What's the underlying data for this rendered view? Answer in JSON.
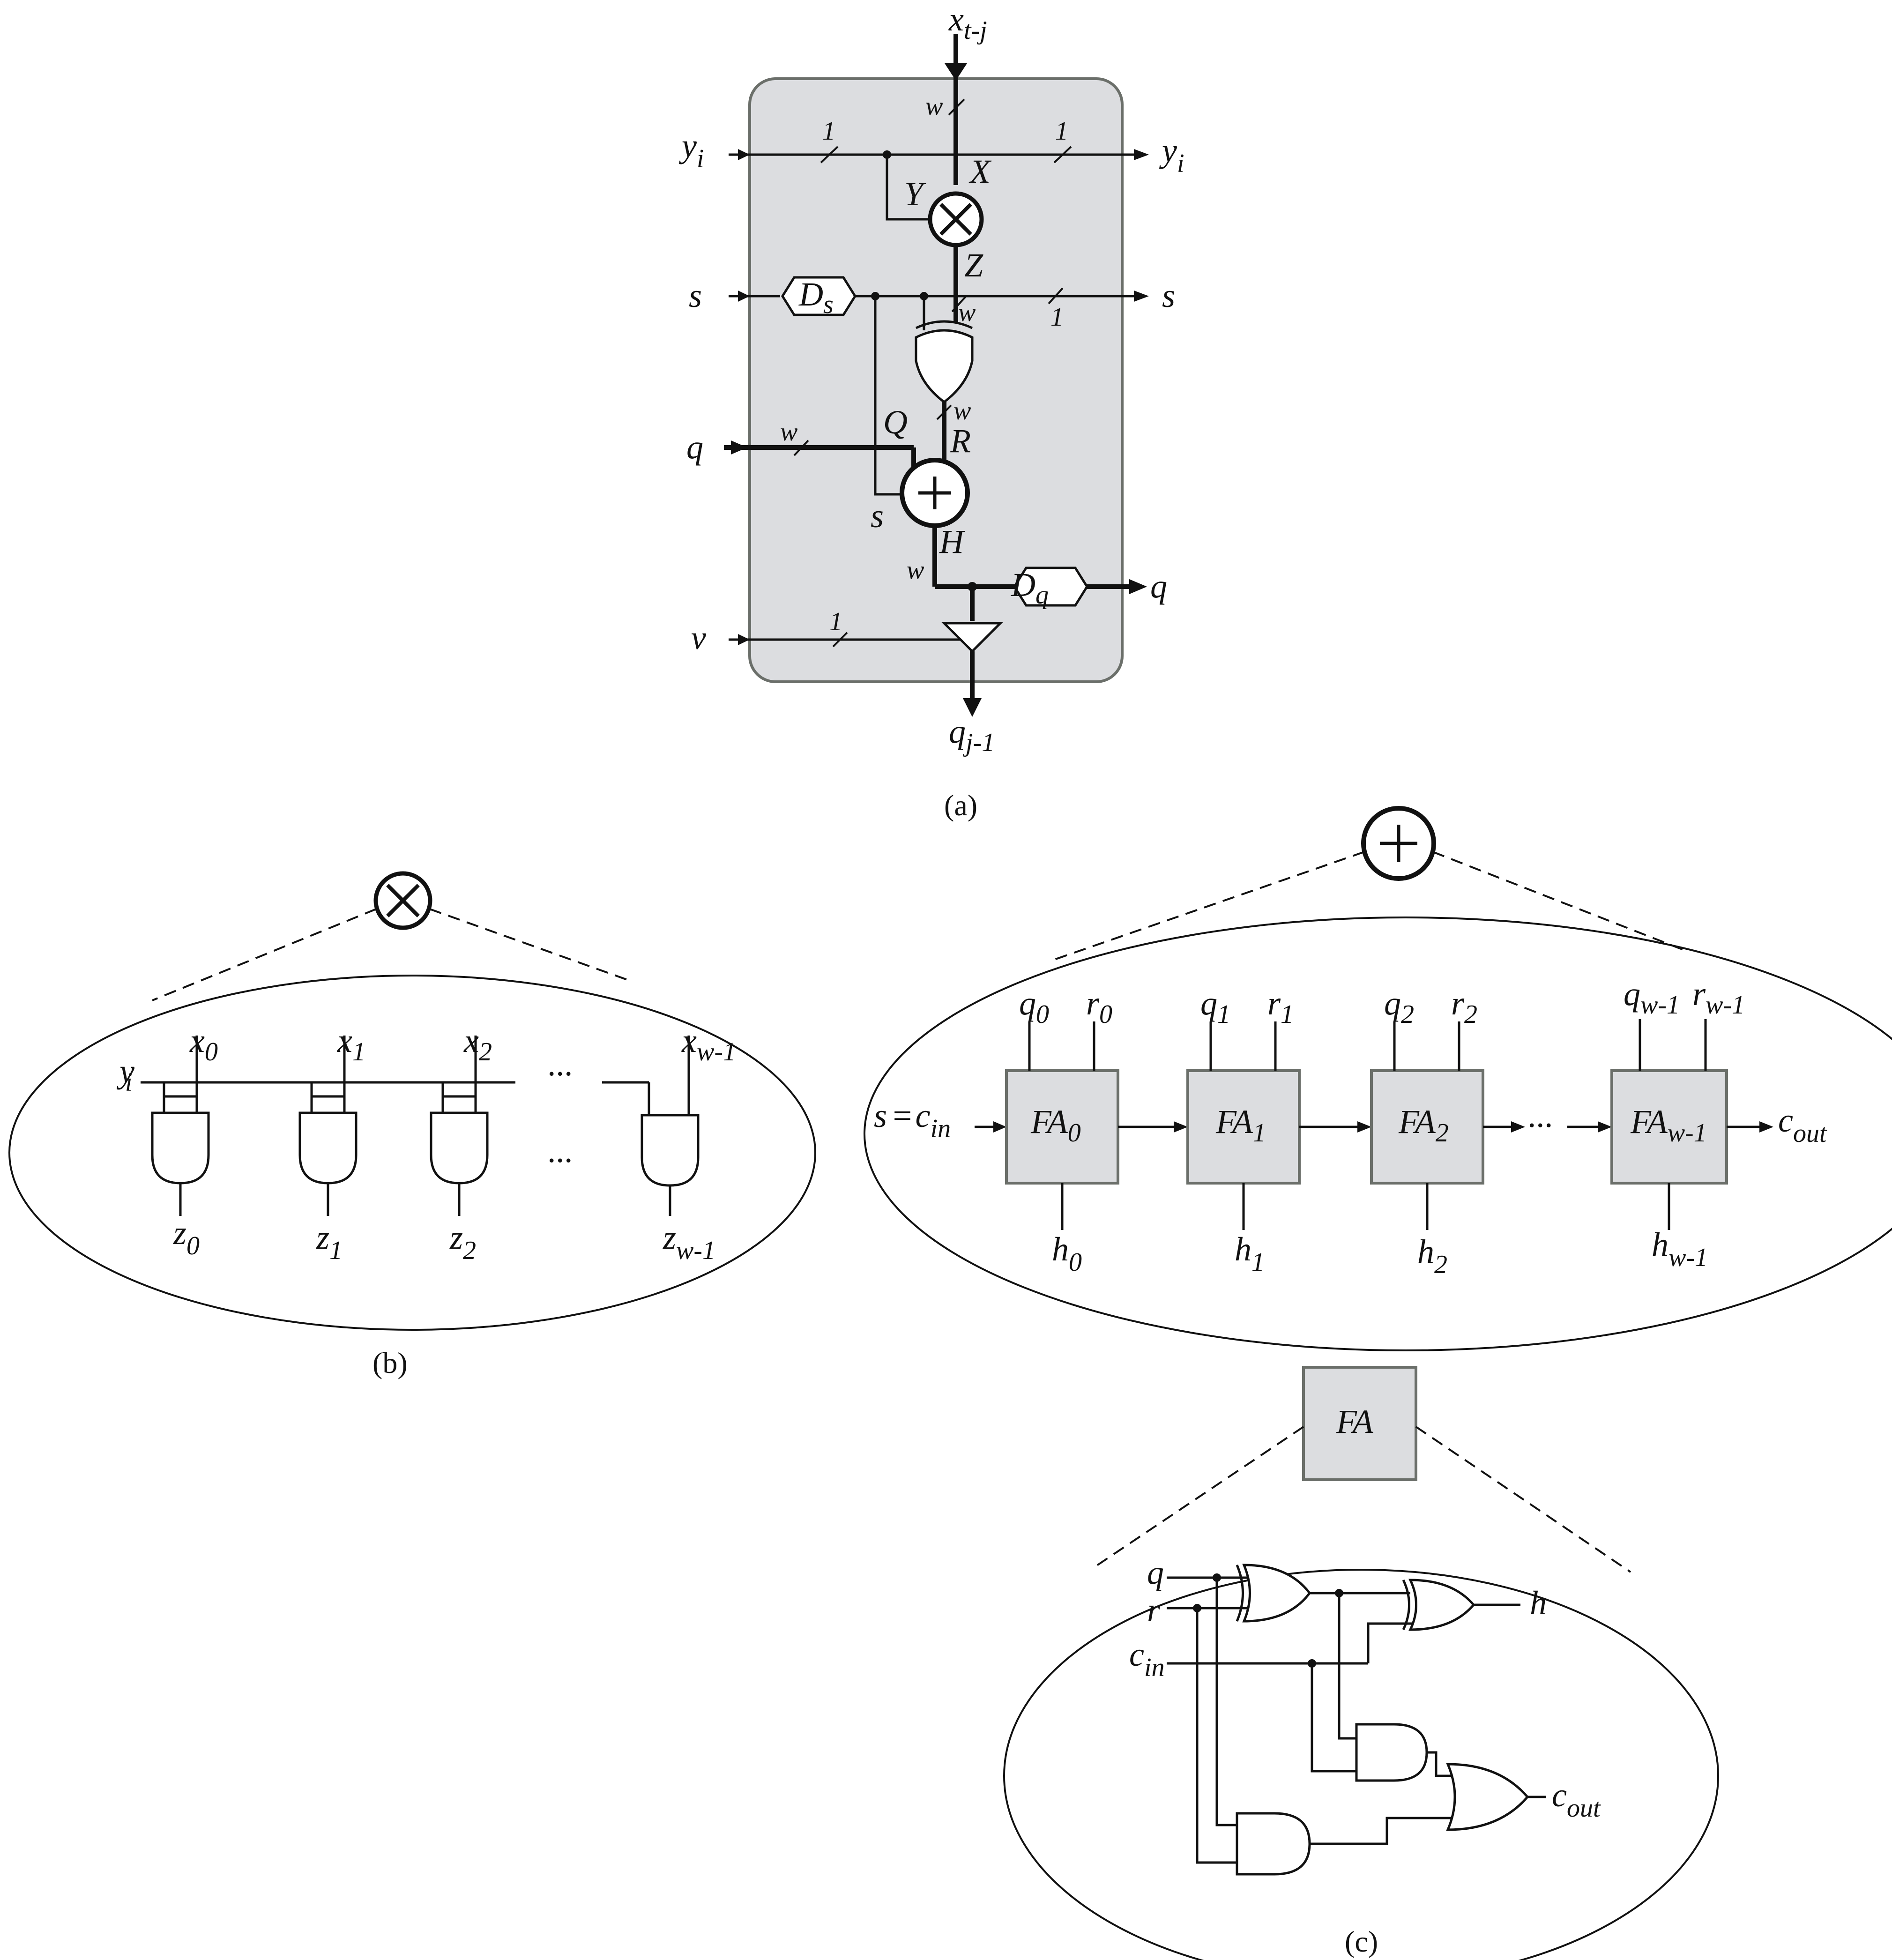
{
  "panel_a": {
    "caption": "(a)",
    "x_in": "x",
    "x_in_sub": "t-j",
    "y_in": "y",
    "y_in_sub": "i",
    "y_out": "y",
    "y_out_sub": "i",
    "s_in": "s",
    "s_out": "s",
    "q_in": "q",
    "q_out": "q",
    "v_in": "v",
    "q_bottom": "q",
    "q_bottom_sub": "j-1",
    "width_w": "w",
    "width_1": "1",
    "ds": "D",
    "ds_sub": "s",
    "dq": "D",
    "dq_sub": "q",
    "node_x": "X",
    "node_y": "Y",
    "node_z": "Z",
    "node_q": "Q",
    "node_r": "R",
    "node_s": "s",
    "node_h": "H"
  },
  "panel_b": {
    "caption": "(b)",
    "y_label": "y",
    "y_sub": "i",
    "ellipsis": "...",
    "gates": [
      {
        "x": "x",
        "x_sub": "0",
        "z": "z",
        "z_sub": "0"
      },
      {
        "x": "x",
        "x_sub": "1",
        "z": "z",
        "z_sub": "1"
      },
      {
        "x": "x",
        "x_sub": "2",
        "z": "z",
        "z_sub": "2"
      },
      {
        "x": "x",
        "x_sub": "w-1",
        "z": "z",
        "z_sub": "w-1"
      }
    ]
  },
  "adder_chain": {
    "s_label": "s",
    "equals": "=",
    "cin": "c",
    "cin_sub": "in",
    "cout": "c",
    "cout_sub": "out",
    "ellipsis": "...",
    "cells": [
      {
        "fa": "FA",
        "fa_sub": "0",
        "q": "q",
        "q_sub": "0",
        "r": "r",
        "r_sub": "0",
        "h": "h",
        "h_sub": "0"
      },
      {
        "fa": "FA",
        "fa_sub": "1",
        "q": "q",
        "q_sub": "1",
        "r": "r",
        "r_sub": "1",
        "h": "h",
        "h_sub": "1"
      },
      {
        "fa": "FA",
        "fa_sub": "2",
        "q": "q",
        "q_sub": "2",
        "r": "r",
        "r_sub": "2",
        "h": "h",
        "h_sub": "2"
      },
      {
        "fa": "FA",
        "fa_sub": "w-1",
        "q": "q",
        "q_sub": "w-1",
        "r": "r",
        "r_sub": "w-1",
        "h": "h",
        "h_sub": "w-1"
      }
    ]
  },
  "panel_c": {
    "caption": "(c)",
    "fa_label": "FA",
    "q": "q",
    "r": "r",
    "cin": "c",
    "cin_sub": "in",
    "h": "h",
    "cout": "c",
    "cout_sub": "out"
  },
  "colors": {
    "block_fill": "#dcdde0",
    "block_stroke": "#6b6f6a",
    "line": "#111111"
  }
}
